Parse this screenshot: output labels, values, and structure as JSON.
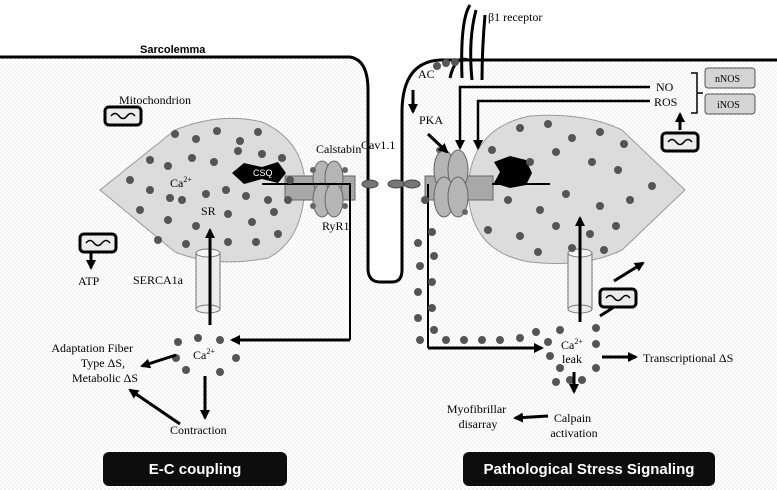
{
  "labels": {
    "sarcolemma": "Sarcolemma",
    "beta1_receptor": "β1 receptor",
    "mitochondrion": "Mitochondrion",
    "ca_sr": "Ca",
    "ca_sup": "2+",
    "sr": "SR",
    "csq": "CSQ",
    "calstabin": "Calstabin",
    "cav": "Cav1.1",
    "ryr1": "RyR1",
    "atp": "ATP",
    "serca": "SERCA1a",
    "ca_cyto": "Ca",
    "ca_cyto_sup": "2+",
    "adaptation_line1": "Adaptation Fiber",
    "adaptation_line2": "Type ΔS,",
    "adaptation_line3": "Metabolic ΔS",
    "contraction": "Contraction",
    "ac": "AC",
    "pka": "PKA",
    "no": "NO",
    "ros": "ROS",
    "nnos": "nNOS",
    "inos": "iNOS",
    "ca_leak": "Ca",
    "ca_leak_sup": "2+",
    "leak": "leak",
    "transcriptional": "Transcriptional ΔS",
    "myofibrillar_line1": "Myofibrillar",
    "myofibrillar_line2": "disarray",
    "calpain_line1": "Calpain",
    "calpain_line2": "activation"
  },
  "footer": {
    "left": "E-C coupling",
    "right": "Pathological Stress Signaling"
  },
  "colors": {
    "membrane": "#c8c8c8",
    "sr_fill": "#dcdcdc",
    "dot": "#555555",
    "channel": "#a8a8a8"
  }
}
